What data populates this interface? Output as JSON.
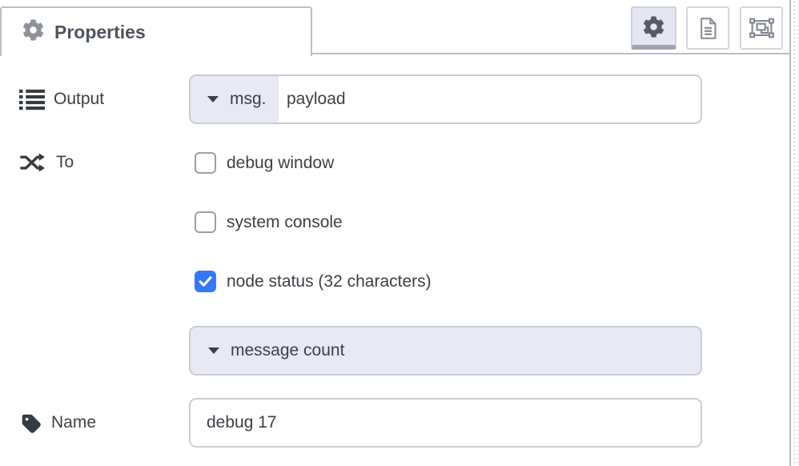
{
  "panel": {
    "tab": {
      "label": "Properties",
      "icon": "gear-icon"
    },
    "toolbar": [
      {
        "name": "properties-button",
        "icon": "gear-icon",
        "active": true
      },
      {
        "name": "description-button",
        "icon": "file-icon",
        "active": false
      },
      {
        "name": "appearance-button",
        "icon": "object-group-icon",
        "active": false
      }
    ]
  },
  "form": {
    "output": {
      "label": "Output",
      "icon": "list-icon",
      "property_type": "msg.",
      "property_value": "payload"
    },
    "to": {
      "label": "To",
      "icon": "shuffle-icon",
      "targets": [
        {
          "label": "debug window",
          "checked": false
        },
        {
          "label": "system console",
          "checked": false
        },
        {
          "label": "node status (32 characters)",
          "checked": true
        }
      ],
      "status_source": "message count"
    },
    "name": {
      "label": "Name",
      "icon": "tag-icon",
      "value": "debug 17"
    }
  },
  "colors": {
    "checkbox_checked": "#3578f6",
    "field_tint": "#e7e9f4",
    "active_button_bg": "#e4e6f1",
    "border_gray": "#bcbec6"
  }
}
